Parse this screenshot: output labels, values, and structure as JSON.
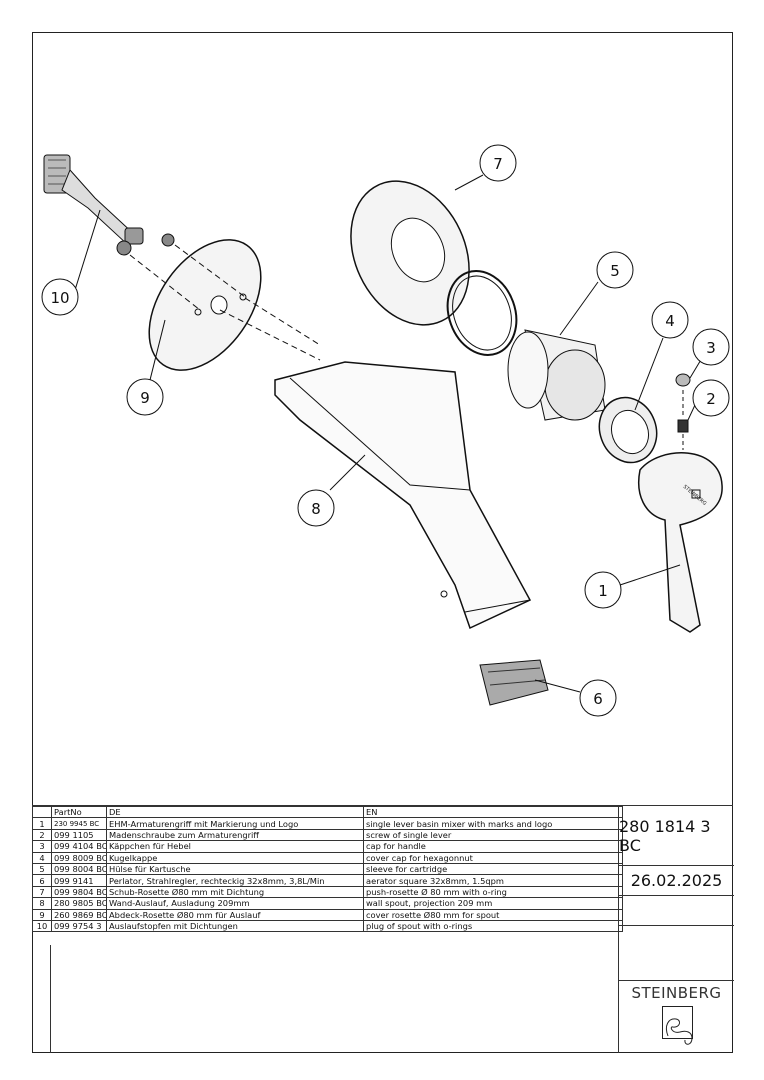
{
  "callouts": [
    "1",
    "2",
    "3",
    "4",
    "5",
    "6",
    "7",
    "8",
    "9",
    "10"
  ],
  "table": {
    "headers": {
      "index": "",
      "partno": "PartNo",
      "de": "DE",
      "en": "EN"
    },
    "rows": [
      {
        "index": "1",
        "partno": "230 9945 BC",
        "de": "EHM-Armaturengriff mit Markierung und Logo",
        "en": "single lever basin mixer with marks and logo"
      },
      {
        "index": "2",
        "partno": "099 1105",
        "de": "Madenschraube zum Armaturengriff",
        "en": "screw of single lever"
      },
      {
        "index": "3",
        "partno": "099 4104 BC",
        "de": "Käppchen für Hebel",
        "en": "cap for handle"
      },
      {
        "index": "4",
        "partno": "099 8009 BC",
        "de": "Kugelkappe",
        "en": "cover cap for hexagonnut"
      },
      {
        "index": "5",
        "partno": "099 8004 BC",
        "de": "Hülse für Kartusche",
        "en": "sleeve for cartridge"
      },
      {
        "index": "6",
        "partno": "099 9141",
        "de": "Perlator, Strahlregler, rechteckig 32x8mm, 3,8L/Min",
        "en": "aerator square 32x8mm, 1.5qpm"
      },
      {
        "index": "7",
        "partno": "099 9804 BC",
        "de": "Schub-Rosette Ø80 mm mit Dichtung",
        "en": "push-rosette Ø 80 mm with o-ring"
      },
      {
        "index": "8",
        "partno": "280 9805 BC",
        "de": "Wand-Auslauf, Ausladung 209mm",
        "en": "wall spout, projection 209 mm"
      },
      {
        "index": "9",
        "partno": "260 9869 BC",
        "de": "Abdeck-Rosette Ø80 mm für Auslauf",
        "en": "cover rosette Ø80 mm for spout"
      },
      {
        "index": "10",
        "partno": "099 9754 3",
        "de": "Auslaufstopfen mit Dichtungen",
        "en": "plug of spout with o-rings"
      }
    ]
  },
  "title_block": {
    "article_number": "280 1814 3 BC",
    "date": "26.02.2025",
    "brand": "STEINBERG",
    "handle_logo_text": "STEINBERG"
  }
}
